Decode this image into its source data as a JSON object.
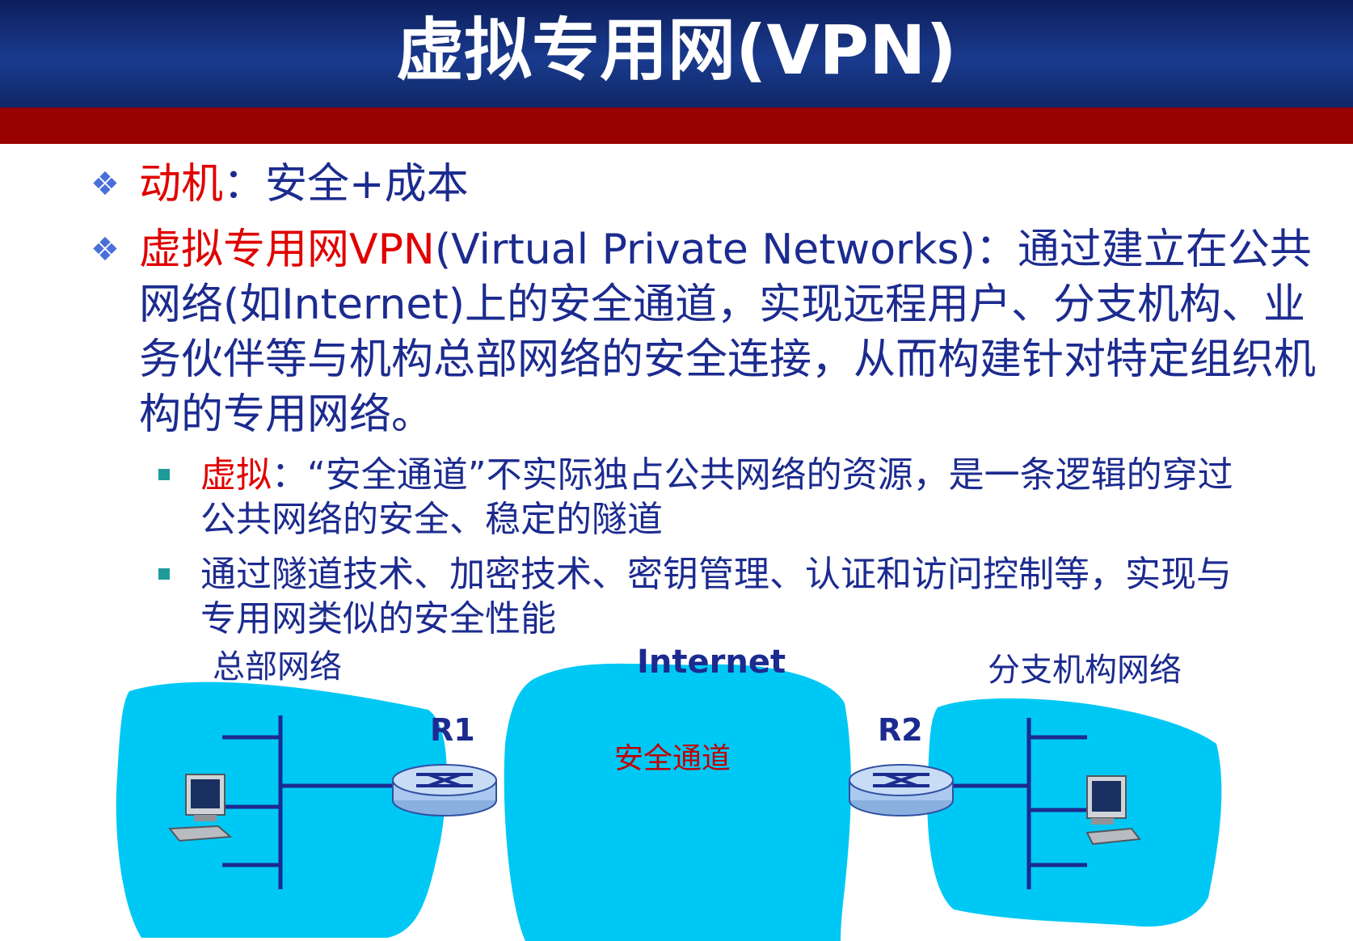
{
  "title": "虚拟专用网(VPN)",
  "bullets": {
    "b1": {
      "marker": "❖",
      "label": "动机",
      "sep": "：",
      "text": "安全+成本"
    },
    "b2": {
      "marker": "❖",
      "label": "虚拟专用网VPN",
      "text": "(Virtual Private Networks)：通过建立在公共网络(如Internet)上的安全通道，实现远程用户、分支机构、业务伙伴等与机构总部网络的安全连接，从而构建针对特定组织机构的专用网络。"
    },
    "sub1": {
      "label": "虚拟",
      "text": "：“安全通道”不实际独占公共网络的资源，是一条逻辑的穿过公共网络的安全、稳定的隧道"
    },
    "sub2": {
      "text": "通过隧道技术、加密技术、密钥管理、认证和访问控制等，实现与专用网类似的安全性能"
    }
  },
  "diagram": {
    "hq_label": "总部网络",
    "internet_label": "Internet",
    "branch_label": "分支机构网络",
    "router1": "R1",
    "router2": "R2",
    "tunnel_label": "安全通道"
  },
  "colors": {
    "title_bg": "#1a3a8e",
    "band": "#990000",
    "text_blue": "#1c2b8f",
    "accent_red": "#e00000",
    "cloud": "#00c8f5",
    "line": "#1c2b8f"
  }
}
